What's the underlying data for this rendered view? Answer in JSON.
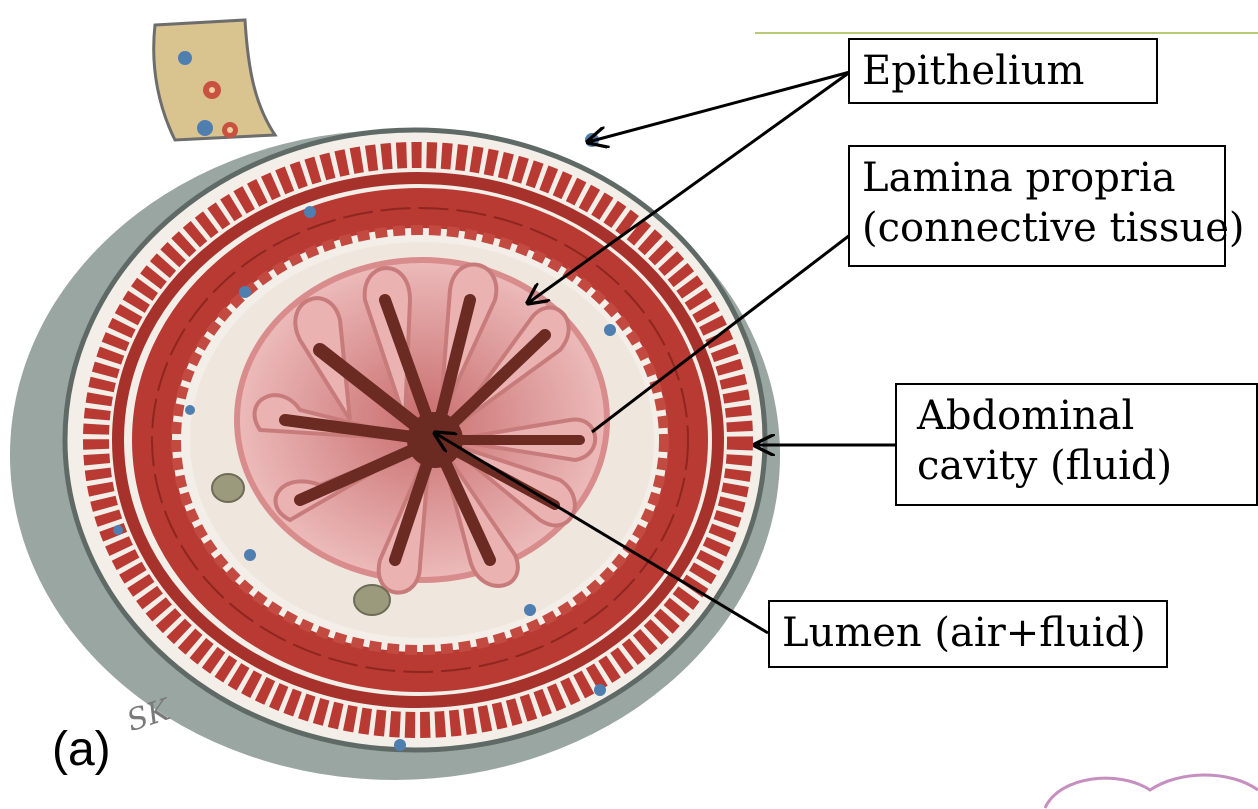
{
  "figure": {
    "panel_letter": "(a)",
    "artist_initials": "SK"
  },
  "labels": {
    "epithelium": "Epithelium",
    "lamina_propria_line1": "Lamina propria",
    "lamina_propria_line2": "(connective tissue)",
    "abdominal_line1": "Abdominal",
    "abdominal_line2": "cavity (fluid)",
    "lumen": "Lumen (air+fluid)"
  },
  "colors": {
    "muscle_red": "#b83a33",
    "muscle_dark": "#8e2620",
    "connective_pale": "#efe6de",
    "mucosa_pink": "#e9a8a8",
    "mucosa_dark": "#6b2a22",
    "serosa_gray": "#8e9a96",
    "mesentery_tan": "#d9c38e",
    "accent_green": "#b9c97a"
  }
}
